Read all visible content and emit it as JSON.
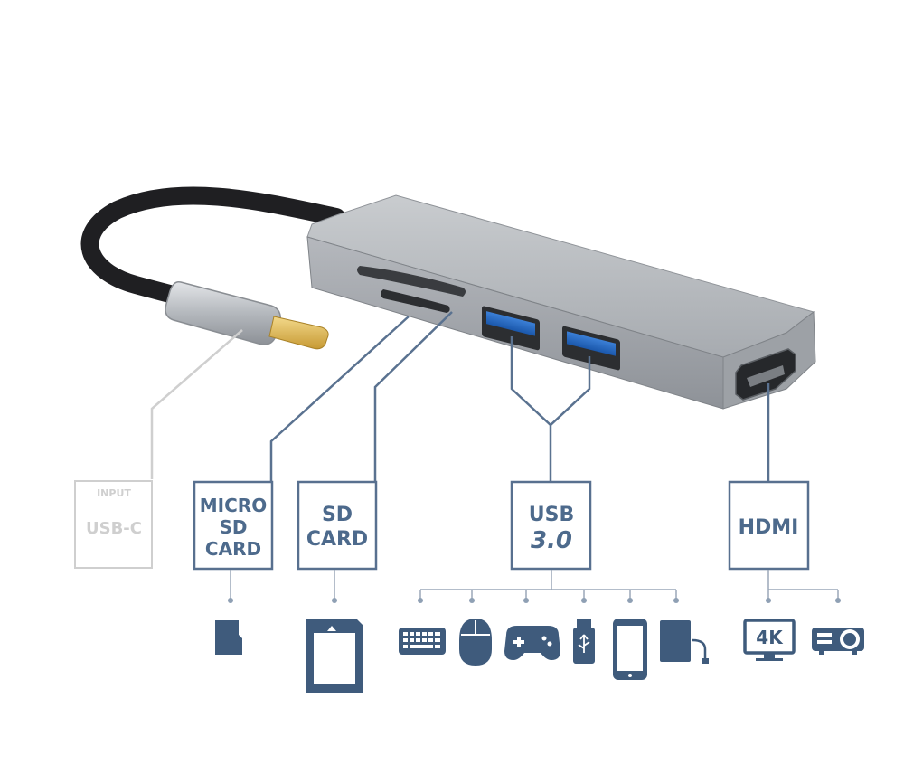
{
  "labels": {
    "usb_c": {
      "small": "INPUT",
      "main": "USB-C"
    },
    "micro_sd": [
      "MICRO",
      "SD",
      "CARD"
    ],
    "sd": [
      "SD",
      "CARD"
    ],
    "usb3": [
      "USB",
      "3.0"
    ],
    "hdmi": "HDMI",
    "monitor_badge": "4K"
  },
  "icons": {
    "micro_sd": [
      "micro-sd-card-icon"
    ],
    "sd": [
      "sd-card-icon"
    ],
    "usb": [
      "keyboard-icon",
      "mouse-icon",
      "gamepad-icon",
      "usb-drive-icon",
      "smartphone-icon",
      "external-drive-icon"
    ],
    "hdmi": [
      "monitor-4k-icon",
      "projector-icon"
    ]
  },
  "colors": {
    "box_text": "#4d6a8c",
    "box_border": "#58708f",
    "leader_line": "#5a7290",
    "input_box": "#cfcfcf",
    "icon": "#3f5b7c",
    "hub_body": "#a8abb0"
  }
}
